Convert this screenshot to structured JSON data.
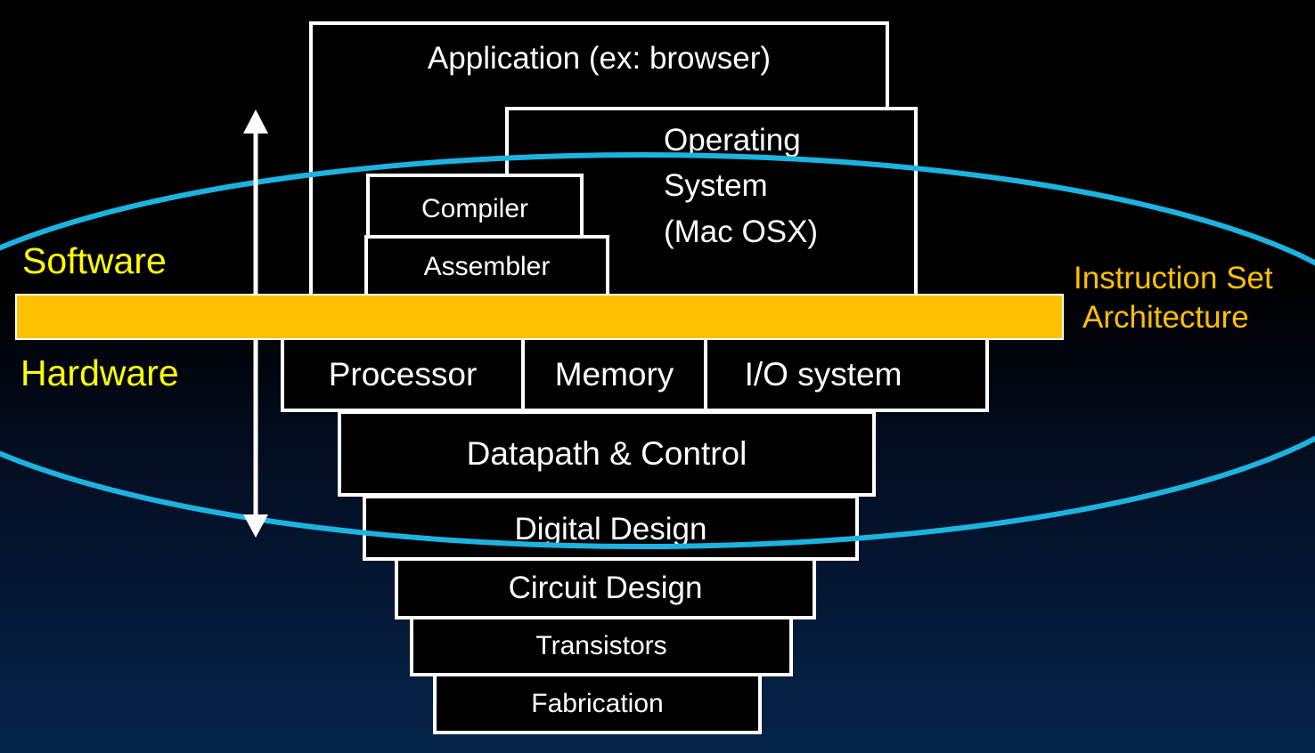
{
  "diagram": {
    "boxes": {
      "application": "Application (ex: browser)",
      "operating_system": [
        "Operating",
        "System",
        "(Mac OSX)"
      ],
      "compiler": "Compiler",
      "assembler": "Assembler",
      "processor": "Processor",
      "memory": "Memory",
      "io_system": "I/O system",
      "datapath_control": "Datapath & Control",
      "digital_design": "Digital Design",
      "circuit_design": "Circuit Design",
      "transistors": "Transistors",
      "fabrication": "Fabrication"
    },
    "labels": {
      "software": "Software",
      "hardware": "Hardware",
      "isa": [
        "Instruction Set",
        "Architecture"
      ]
    },
    "colors": {
      "background_top": "#000000",
      "background_bottom": "#05244a",
      "box_border": "#ffffff",
      "box_fill": "#000000",
      "isa_bar": "#ffc000",
      "isa_label": "#ffc000",
      "side_labels": "#ffff00",
      "ellipse": "#1cb3e0",
      "arrow": "#ffffff"
    },
    "icons": {
      "arrow": "double-headed-vertical-arrow"
    }
  }
}
